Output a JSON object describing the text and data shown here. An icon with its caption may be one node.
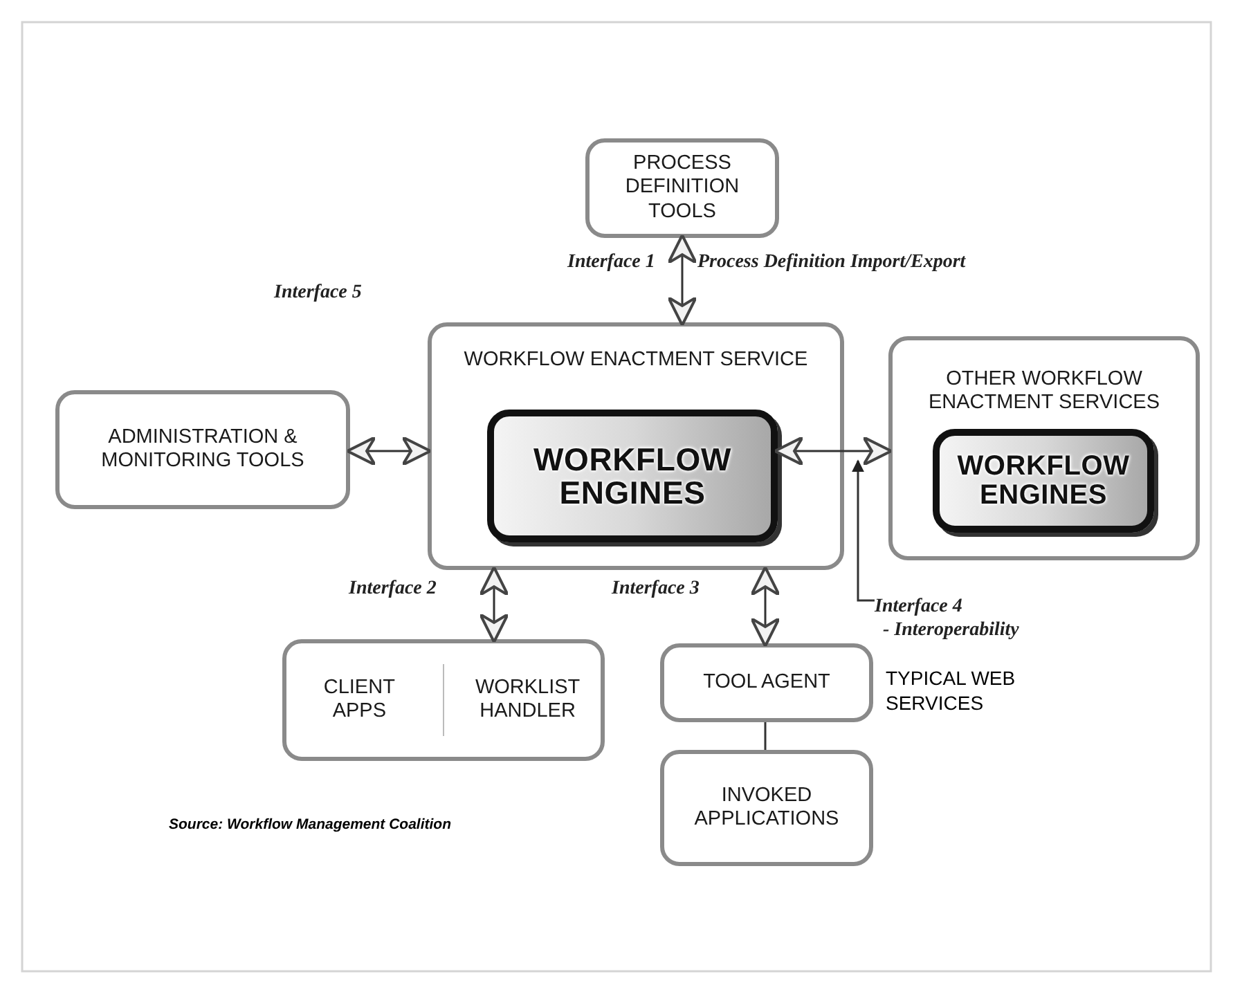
{
  "diagram": {
    "nodes": [
      {
        "text": [
          "PROCESS DEFINITION TOOLS"
        ]
      },
      {
        "text": [
          "WORKFLOW ENACTMENT SERVICE"
        ]
      },
      {
        "text": [
          "WORKFLOW ENGINES"
        ],
        "in": 1
      },
      {
        "text": [
          "ADMINISTRATION & MONITORING TOOLS"
        ]
      },
      {
        "text": [
          "OTHER WORKFLOW ENACTMENT SERVICES"
        ]
      },
      {
        "text": [
          "WORKFLOW ENGINES"
        ],
        "in": 4
      },
      {
        "text": [
          "CLIENT APPS",
          "WORKLIST HANDLER"
        ]
      },
      {
        "text": [
          "TOOL AGENT"
        ]
      },
      {
        "text": [
          "INVOKED APPLICATIONS"
        ]
      },
      {
        "text": [
          "Interface 4",
          "- Interoperability"
        ]
      }
    ],
    "edges": [
      {
        "from": 0,
        "to": 1,
        "arrow": "both",
        "label": "Interface 1"
      },
      {
        "from": 3,
        "to": 1,
        "arrow": "both"
      },
      {
        "from": 1,
        "to": 6,
        "arrow": "both",
        "label": "Interface 2"
      },
      {
        "from": 1,
        "to": 7,
        "arrow": "both",
        "label": "Interface 3"
      },
      {
        "from": 2,
        "to": 4,
        "arrow": "both"
      },
      {
        "from": 7,
        "to": 8,
        "arrow": "none"
      },
      {
        "from": 9,
        "to": 1,
        "arrow": "to"
      }
    ],
    "labels": [
      "Process Definition Import/Export",
      "Interface 5",
      "TYPICAL WEB SERVICES",
      "Source: Workflow Management Coalition"
    ]
  }
}
